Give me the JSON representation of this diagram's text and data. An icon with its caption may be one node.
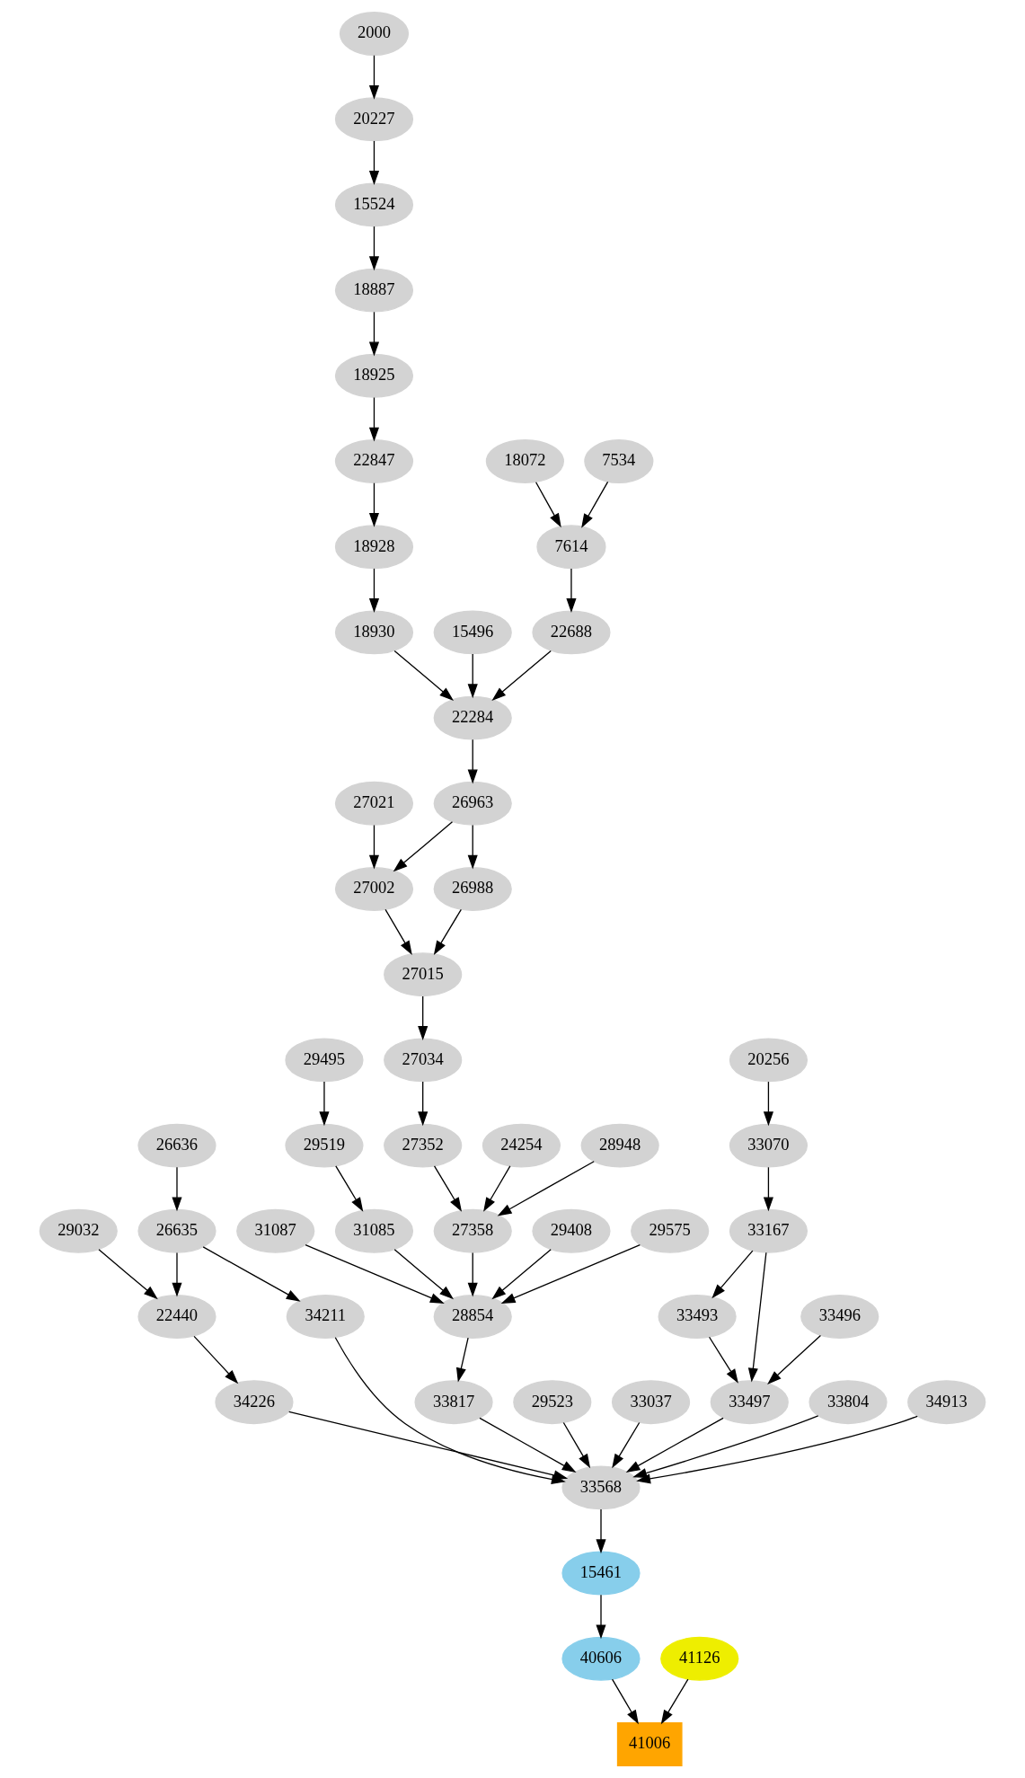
{
  "diagram": {
    "nodes": [
      {
        "text": [
          "2000"
        ]
      },
      {
        "text": [
          "20227"
        ]
      },
      {
        "text": [
          "15524"
        ]
      },
      {
        "text": [
          "18887"
        ]
      },
      {
        "text": [
          "18925"
        ]
      },
      {
        "text": [
          "22847"
        ]
      },
      {
        "text": [
          "7534"
        ]
      },
      {
        "text": [
          "18072"
        ]
      },
      {
        "text": [
          "18928"
        ]
      },
      {
        "text": [
          "7614"
        ]
      },
      {
        "text": [
          "15496"
        ]
      },
      {
        "text": [
          "18930"
        ]
      },
      {
        "text": [
          "22688"
        ]
      },
      {
        "text": [
          "22284"
        ]
      },
      {
        "text": [
          "27021"
        ]
      },
      {
        "text": [
          "26963"
        ]
      },
      {
        "text": [
          "27002"
        ]
      },
      {
        "text": [
          "26988"
        ]
      },
      {
        "text": [
          "27015"
        ]
      },
      {
        "text": [
          "20256"
        ]
      },
      {
        "text": [
          "27034"
        ]
      },
      {
        "text": [
          "29495"
        ]
      },
      {
        "text": [
          "33070"
        ]
      },
      {
        "text": [
          "24254"
        ]
      },
      {
        "text": [
          "27352"
        ]
      },
      {
        "text": [
          "28948"
        ]
      },
      {
        "text": [
          "29519"
        ]
      },
      {
        "text": [
          "26636"
        ]
      },
      {
        "text": [
          "33167"
        ]
      },
      {
        "text": [
          "27358"
        ]
      },
      {
        "text": [
          "29408"
        ]
      },
      {
        "text": [
          "29575"
        ]
      },
      {
        "text": [
          "31085"
        ]
      },
      {
        "text": [
          "31087"
        ]
      },
      {
        "text": [
          "29032"
        ]
      },
      {
        "text": [
          "26635"
        ]
      },
      {
        "text": [
          "33493"
        ]
      },
      {
        "text": [
          "33496"
        ]
      },
      {
        "text": [
          "28854"
        ]
      },
      {
        "text": [
          "22440"
        ]
      },
      {
        "text": [
          "34211"
        ]
      },
      {
        "text": [
          "29523"
        ]
      },
      {
        "text": [
          "33037"
        ]
      },
      {
        "text": [
          "33497"
        ]
      },
      {
        "text": [
          "33804"
        ]
      },
      {
        "text": [
          "33817"
        ]
      },
      {
        "text": [
          "34226"
        ]
      },
      {
        "text": [
          "34913"
        ]
      },
      {
        "text": [
          "33568"
        ]
      },
      {
        "text": [
          "15461"
        ]
      },
      {
        "text": [
          "41126"
        ]
      },
      {
        "text": [
          "40606"
        ]
      },
      {
        "text": [
          "41006"
        ]
      }
    ],
    "edges": [
      {
        "from": 0,
        "to": 1,
        "arrow": "to"
      },
      {
        "from": 1,
        "to": 2,
        "arrow": "to"
      },
      {
        "from": 2,
        "to": 3,
        "arrow": "to"
      },
      {
        "from": 3,
        "to": 4,
        "arrow": "to"
      },
      {
        "from": 4,
        "to": 5,
        "arrow": "to"
      },
      {
        "from": 5,
        "to": 8,
        "arrow": "to"
      },
      {
        "from": 8,
        "to": 11,
        "arrow": "to"
      },
      {
        "from": 11,
        "to": 13,
        "arrow": "to"
      },
      {
        "from": 6,
        "to": 9,
        "arrow": "to"
      },
      {
        "from": 7,
        "to": 9,
        "arrow": "to"
      },
      {
        "from": 9,
        "to": 12,
        "arrow": "to"
      },
      {
        "from": 12,
        "to": 13,
        "arrow": "to"
      },
      {
        "from": 10,
        "to": 13,
        "arrow": "to"
      },
      {
        "from": 13,
        "to": 15,
        "arrow": "to"
      },
      {
        "from": 14,
        "to": 16,
        "arrow": "to"
      },
      {
        "from": 15,
        "to": 16,
        "arrow": "to"
      },
      {
        "from": 15,
        "to": 17,
        "arrow": "to"
      },
      {
        "from": 16,
        "to": 18,
        "arrow": "to"
      },
      {
        "from": 17,
        "to": 18,
        "arrow": "to"
      },
      {
        "from": 18,
        "to": 20,
        "arrow": "to"
      },
      {
        "from": 20,
        "to": 24,
        "arrow": "to"
      },
      {
        "from": 23,
        "to": 29,
        "arrow": "to"
      },
      {
        "from": 24,
        "to": 29,
        "arrow": "to"
      },
      {
        "from": 25,
        "to": 29,
        "arrow": "to"
      },
      {
        "from": 19,
        "to": 22,
        "arrow": "to"
      },
      {
        "from": 22,
        "to": 28,
        "arrow": "to"
      },
      {
        "from": 28,
        "to": 36,
        "arrow": "to"
      },
      {
        "from": 28,
        "to": 43,
        "arrow": "to"
      },
      {
        "from": 36,
        "to": 43,
        "arrow": "to"
      },
      {
        "from": 37,
        "to": 43,
        "arrow": "to"
      },
      {
        "from": 29,
        "to": 38,
        "arrow": "to"
      },
      {
        "from": 30,
        "to": 38,
        "arrow": "to"
      },
      {
        "from": 31,
        "to": 38,
        "arrow": "to"
      },
      {
        "from": 32,
        "to": 38,
        "arrow": "to"
      },
      {
        "from": 33,
        "to": 38,
        "arrow": "to"
      },
      {
        "from": 21,
        "to": 26,
        "arrow": "to"
      },
      {
        "from": 26,
        "to": 32,
        "arrow": "to"
      },
      {
        "from": 27,
        "to": 35,
        "arrow": "to"
      },
      {
        "from": 34,
        "to": 39,
        "arrow": "to"
      },
      {
        "from": 35,
        "to": 39,
        "arrow": "to"
      },
      {
        "from": 35,
        "to": 40,
        "arrow": "to"
      },
      {
        "from": 38,
        "to": 45,
        "arrow": "to"
      },
      {
        "from": 39,
        "to": 46,
        "arrow": "to"
      },
      {
        "from": 40,
        "to": 48,
        "arrow": "to"
      },
      {
        "from": 41,
        "to": 48,
        "arrow": "to"
      },
      {
        "from": 42,
        "to": 48,
        "arrow": "to"
      },
      {
        "from": 43,
        "to": 48,
        "arrow": "to"
      },
      {
        "from": 44,
        "to": 48,
        "arrow": "to"
      },
      {
        "from": 45,
        "to": 48,
        "arrow": "to"
      },
      {
        "from": 46,
        "to": 48,
        "arrow": "to"
      },
      {
        "from": 47,
        "to": 48,
        "arrow": "to"
      },
      {
        "from": 48,
        "to": 49,
        "arrow": "to"
      },
      {
        "from": 49,
        "to": 51,
        "arrow": "to"
      },
      {
        "from": 50,
        "to": 52,
        "arrow": "to"
      },
      {
        "from": 51,
        "to": 52,
        "arrow": "to"
      }
    ]
  }
}
